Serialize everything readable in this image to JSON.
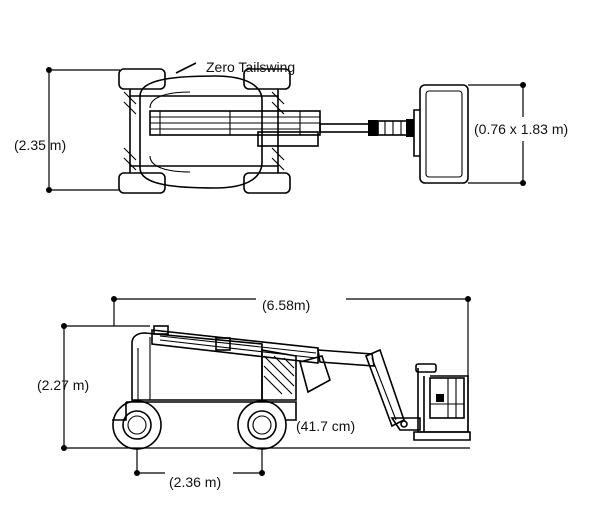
{
  "top_view": {
    "tailswing_label": "Zero Tailswing",
    "width_label": "(2.35 m)",
    "platform_label": "(0.76 x 1.83 m)"
  },
  "side_view": {
    "length_label": "(6.58m)",
    "height_label": "(2.27 m)",
    "clearance_label": "(41.7 cm)",
    "wheelbase_label": "(2.36 m)"
  }
}
